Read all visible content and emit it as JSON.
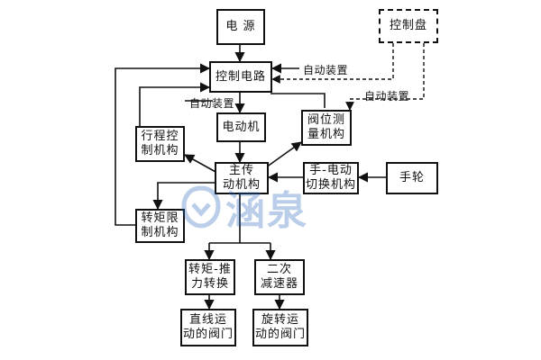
{
  "boxes": {
    "power": [
      "电 源"
    ],
    "control_panel": [
      "控制盘"
    ],
    "control_circuit": [
      "控制电路"
    ],
    "travel_control": [
      "行程控",
      "制机构"
    ],
    "motor": [
      "电动机"
    ],
    "valve_measure": [
      "阀位测",
      "量机构"
    ],
    "main_drive": [
      "主传",
      "动机构"
    ],
    "manual_switch": [
      "手-电动",
      "切换机构"
    ],
    "handwheel": [
      "手轮"
    ],
    "torque_limit": [
      "转矩限",
      "制机构"
    ],
    "torque_thrust": [
      "转矩-推",
      "力转换"
    ],
    "secondary_reducer": [
      "二次",
      "减速器"
    ],
    "linear_valve": [
      "直线运",
      "动的阀门"
    ],
    "rotary_valve": [
      "旋转运",
      "动的阀门"
    ]
  },
  "labels": {
    "auto_device_1": "自动装置",
    "auto_device_2": "自动装置",
    "auto_device_3": "自动装置"
  },
  "watermark": {
    "text": "涵泉",
    "color": "#1f5fb8"
  }
}
